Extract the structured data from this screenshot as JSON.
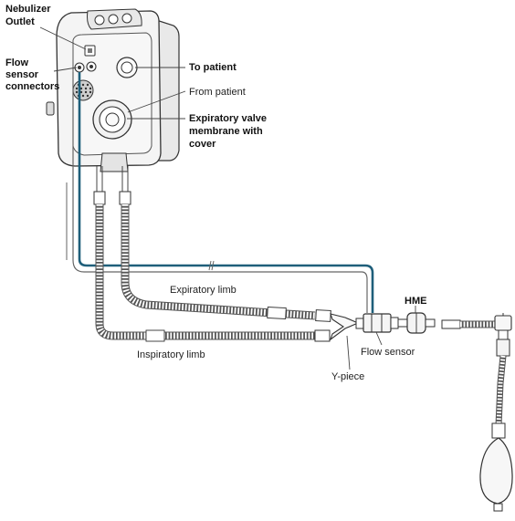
{
  "labels": {
    "nebulizer_outlet": [
      "Nebulizer",
      "Outlet"
    ],
    "flow_sensor_connectors": [
      "Flow",
      "sensor",
      "connectors"
    ],
    "to_patient": "To patient",
    "from_patient": "From patient",
    "expiratory_valve": [
      "Expiratory valve",
      "membrane with",
      "cover"
    ],
    "expiratory_limb": "Expiratory limb",
    "inspiratory_limb": "Inspiratory limb",
    "hme": "HME",
    "flow_sensor": "Flow sensor",
    "y_piece": "Y-piece"
  },
  "colors": {
    "sensor_line": "#1f5f7a",
    "device_body": "#f4f4f4",
    "device_outline": "#333333",
    "tube": "#555555"
  }
}
